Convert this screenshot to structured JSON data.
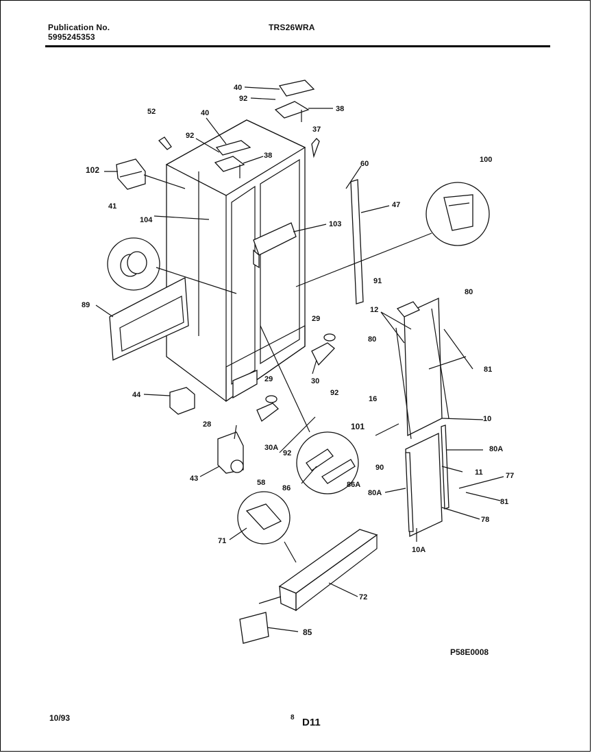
{
  "header": {
    "publication_label": "Publication No.",
    "publication_number": "5995245353",
    "model": "TRS26WRA"
  },
  "diagram": {
    "callouts": [
      {
        "id": "c-40-top",
        "text": "40"
      },
      {
        "id": "c-92-top",
        "text": "92"
      },
      {
        "id": "c-38-top",
        "text": "38"
      },
      {
        "id": "c-52",
        "text": "52"
      },
      {
        "id": "c-40",
        "text": "40"
      },
      {
        "id": "c-37",
        "text": "37"
      },
      {
        "id": "c-92-a",
        "text": "92"
      },
      {
        "id": "c-38",
        "text": "38"
      },
      {
        "id": "c-102",
        "text": "102"
      },
      {
        "id": "c-60",
        "text": "60"
      },
      {
        "id": "c-100",
        "text": "100"
      },
      {
        "id": "c-47",
        "text": "47"
      },
      {
        "id": "c-41",
        "text": "41"
      },
      {
        "id": "c-104",
        "text": "104"
      },
      {
        "id": "c-103",
        "text": "103"
      },
      {
        "id": "c-89",
        "text": "89"
      },
      {
        "id": "c-91",
        "text": "91"
      },
      {
        "id": "c-80-r",
        "text": "80"
      },
      {
        "id": "c-12",
        "text": "12"
      },
      {
        "id": "c-29",
        "text": "29"
      },
      {
        "id": "c-80-l",
        "text": "80"
      },
      {
        "id": "c-81-a",
        "text": "81"
      },
      {
        "id": "c-30",
        "text": "30"
      },
      {
        "id": "c-92-b",
        "text": "92"
      },
      {
        "id": "c-16",
        "text": "16"
      },
      {
        "id": "c-29-b",
        "text": "29"
      },
      {
        "id": "c-44",
        "text": "44"
      },
      {
        "id": "c-10",
        "text": "10"
      },
      {
        "id": "c-28",
        "text": "28"
      },
      {
        "id": "c-101",
        "text": "101"
      },
      {
        "id": "c-30a",
        "text": "30A"
      },
      {
        "id": "c-92-c",
        "text": "92"
      },
      {
        "id": "c-80a-r",
        "text": "80A"
      },
      {
        "id": "c-90",
        "text": "90"
      },
      {
        "id": "c-11",
        "text": "11"
      },
      {
        "id": "c-77",
        "text": "77"
      },
      {
        "id": "c-43",
        "text": "43"
      },
      {
        "id": "c-58",
        "text": "58"
      },
      {
        "id": "c-86",
        "text": "86"
      },
      {
        "id": "c-86a",
        "text": "86A"
      },
      {
        "id": "c-80a-l",
        "text": "80A"
      },
      {
        "id": "c-81-b",
        "text": "81"
      },
      {
        "id": "c-78",
        "text": "78"
      },
      {
        "id": "c-10a",
        "text": "10A"
      },
      {
        "id": "c-71",
        "text": "71"
      },
      {
        "id": "c-72",
        "text": "72"
      },
      {
        "id": "c-85",
        "text": "85"
      }
    ],
    "figure_code": "P58E0008"
  },
  "footer": {
    "date": "10/93",
    "page_number": "8",
    "section": "D11"
  }
}
